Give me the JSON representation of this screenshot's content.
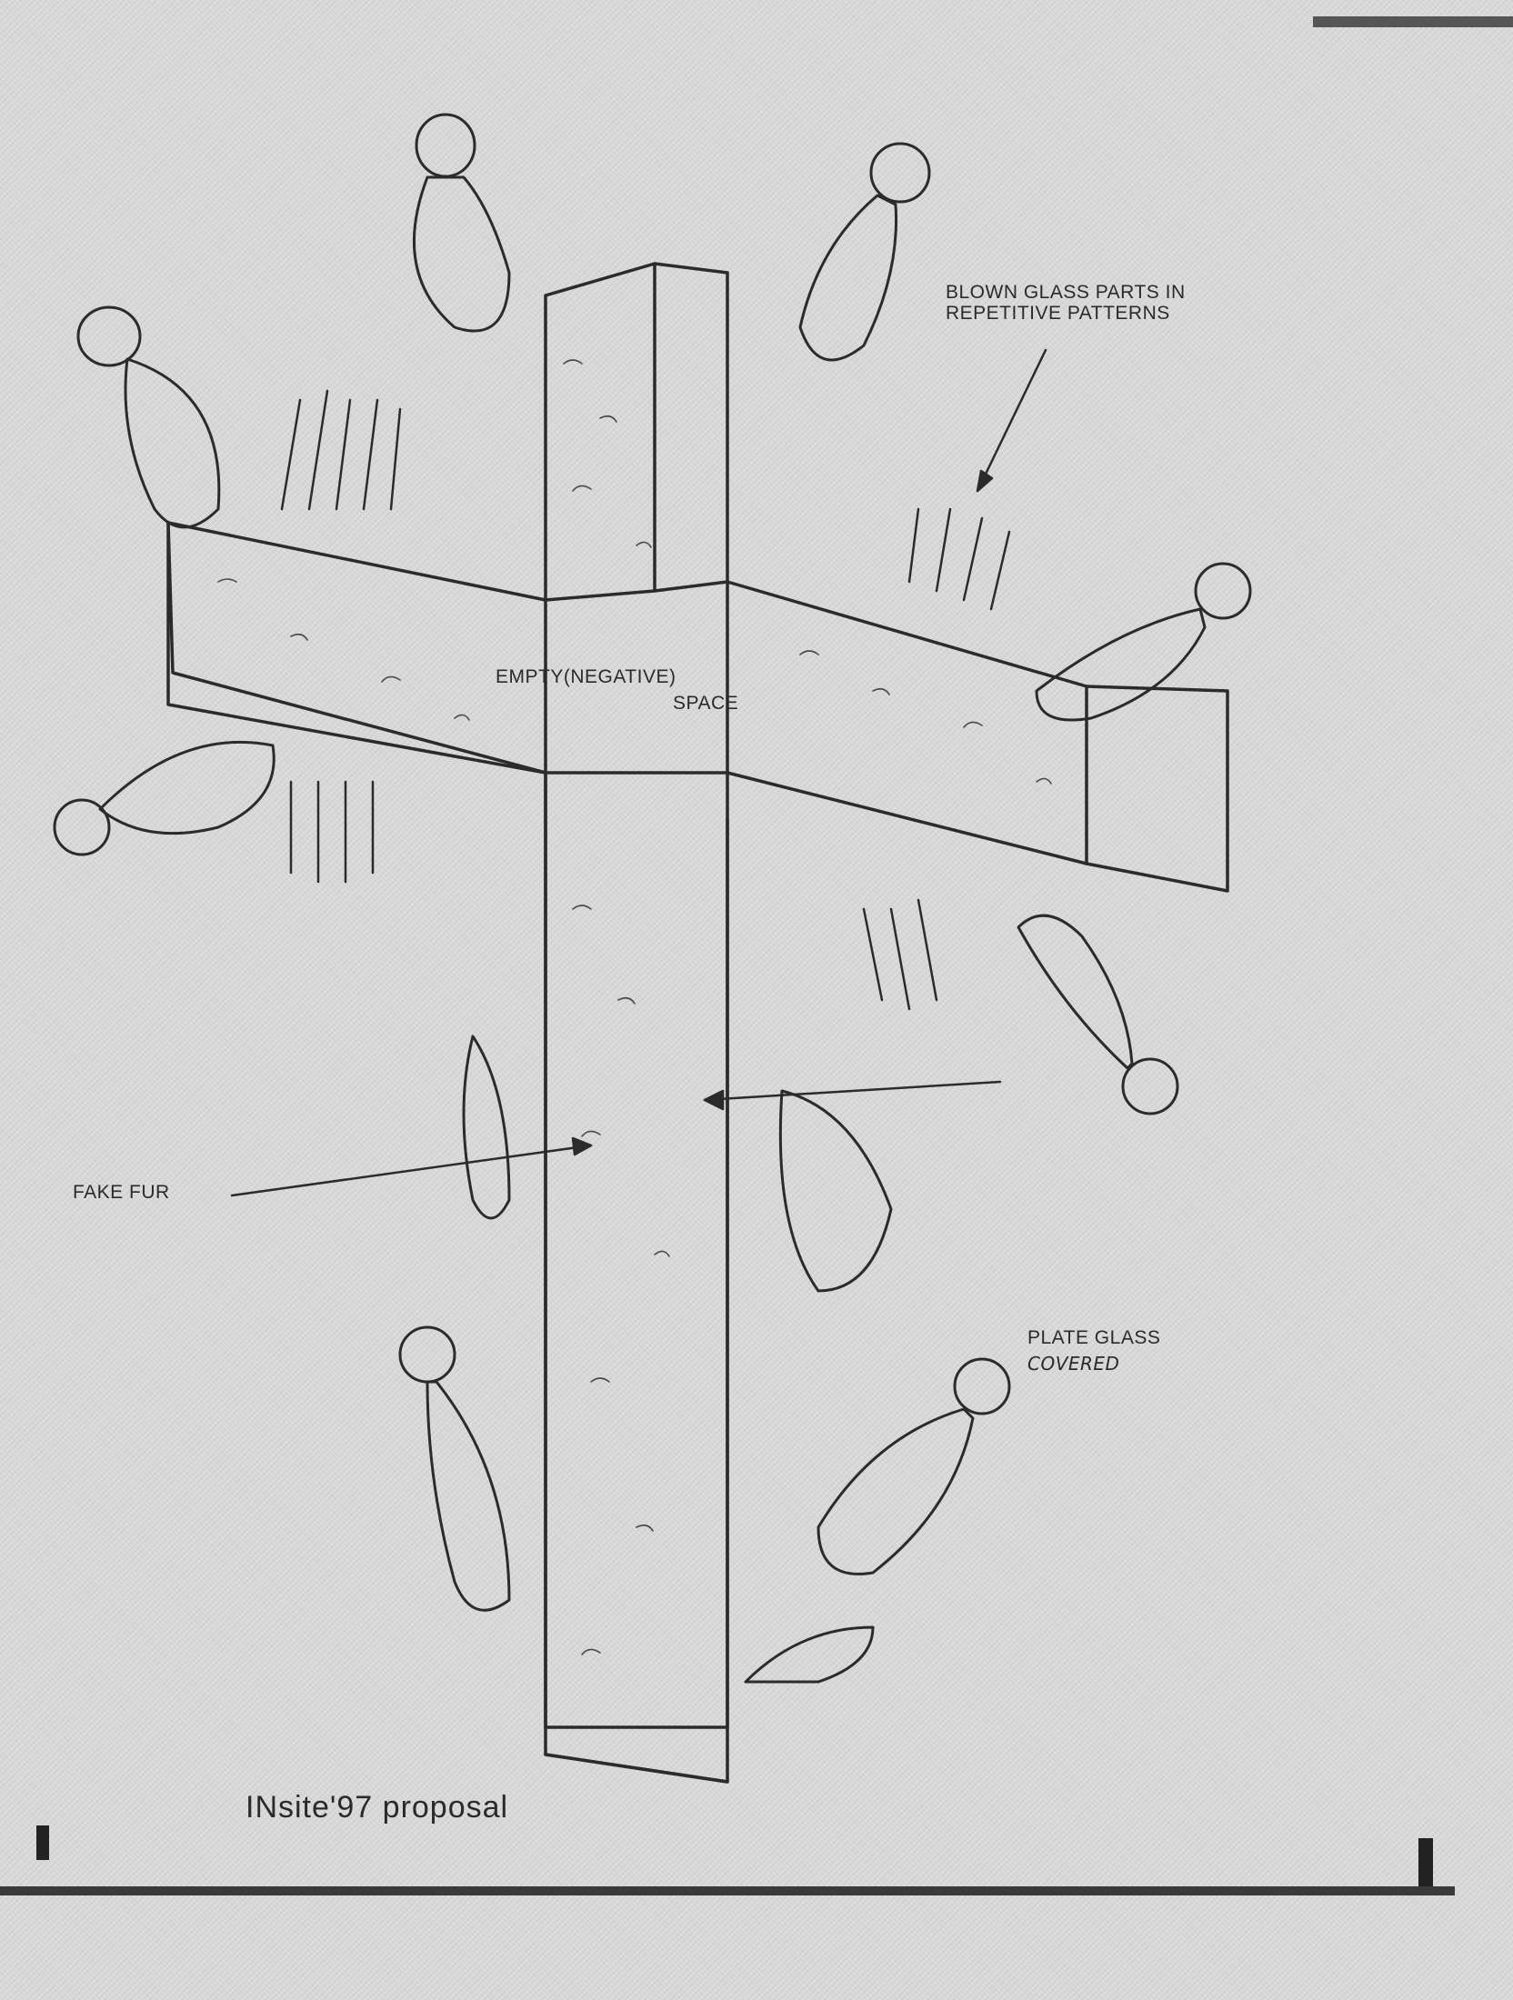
{
  "annotations": {
    "blown_glass_line1": "BLOWN GLASS PARTS IN",
    "blown_glass_line2": "REPETITIVE PATTERNS",
    "empty_line1": "EMPTY(NEGATIVE)",
    "empty_line2": "SPACE",
    "fake_fur": "FAKE FUR",
    "plate_glass_line1": "PLATE GLASS",
    "plate_glass_line2": "COVERED"
  },
  "caption": "INsite'97  proposal",
  "colors": {
    "paper": "#d8d8d8",
    "ink": "#2a2a2a"
  }
}
